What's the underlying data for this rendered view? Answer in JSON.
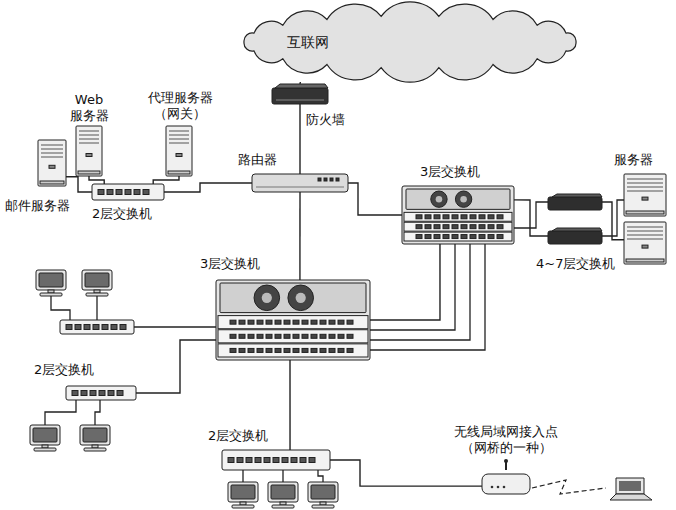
{
  "diagram": {
    "nodes": [
      {
        "text": [
          "互联网"
        ]
      },
      {
        "text": [
          "防火墙"
        ]
      },
      {
        "text": [
          "Web 服务器"
        ]
      },
      {
        "text": [
          "代理服务器 （网关）"
        ]
      },
      {
        "text": [
          "邮件服务器"
        ]
      },
      {
        "text": [
          "2层交换机"
        ]
      },
      {
        "text": [
          "路由器"
        ]
      },
      {
        "text": [
          "3层交换机"
        ]
      },
      {
        "text": [
          "4~7层交换机"
        ]
      },
      {
        "text": [
          "服务器"
        ]
      },
      {
        "text": [
          "3层交换机"
        ]
      },
      {
        "text": [
          "2层交换机"
        ]
      },
      {
        "text": [
          "2层交换机"
        ]
      },
      {
        "text": [
          "无线局域网接入点 （网桥的一种）"
        ]
      }
    ],
    "edges": [
      {
        "from": 0,
        "to": 1,
        "arrow": "none"
      },
      {
        "from": 1,
        "to": 6,
        "arrow": "none"
      },
      {
        "from": 2,
        "to": 5,
        "arrow": "none"
      },
      {
        "from": 3,
        "to": 5,
        "arrow": "none"
      },
      {
        "from": 4,
        "to": 5,
        "arrow": "none"
      },
      {
        "from": 5,
        "to": 6,
        "arrow": "none"
      },
      {
        "from": 6,
        "to": 10,
        "arrow": "none"
      },
      {
        "from": 6,
        "to": 7,
        "arrow": "none"
      },
      {
        "from": 7,
        "to": 8,
        "arrow": "none"
      },
      {
        "from": 8,
        "to": 9,
        "arrow": "none"
      },
      {
        "from": 10,
        "to": 7,
        "arrow": "none"
      },
      {
        "from": 10,
        "to": 11,
        "arrow": "none"
      },
      {
        "from": 10,
        "to": 12,
        "arrow": "none"
      },
      {
        "from": 12,
        "to": 13,
        "arrow": "none"
      }
    ]
  }
}
